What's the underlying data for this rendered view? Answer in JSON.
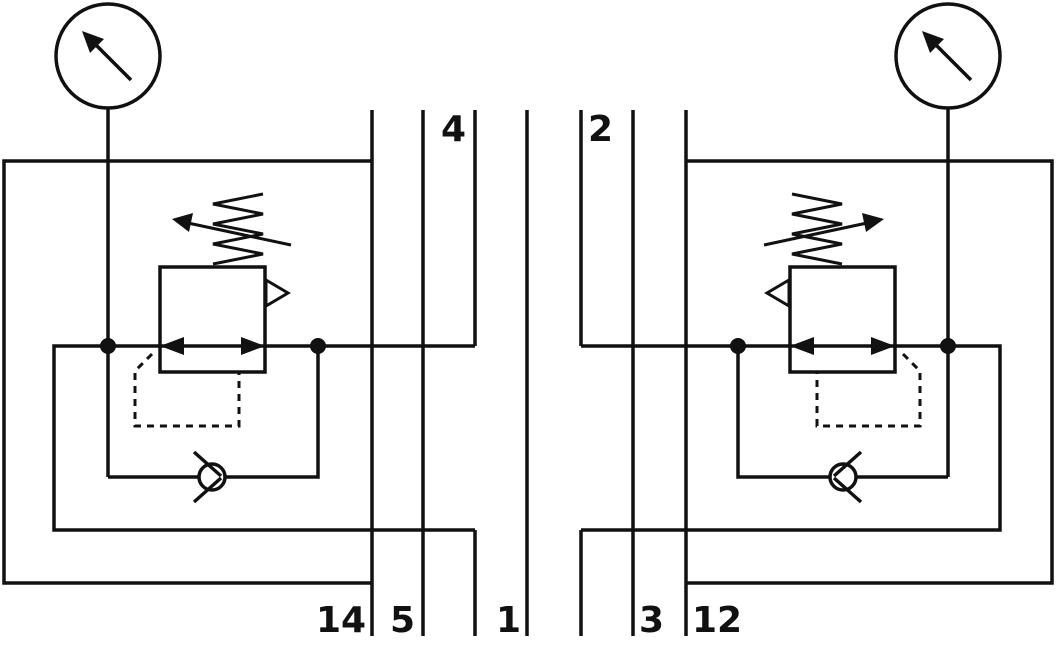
{
  "ports": {
    "top": [
      "4",
      "2"
    ],
    "bottom": [
      "14",
      "5",
      "1",
      "3",
      "12"
    ]
  },
  "symbols": {
    "gauge": "pressure-gauge-icon",
    "regulator": "pressure-regulator-icon",
    "check_valve": "check-valve-icon",
    "spring": "adjustable-spring-icon"
  },
  "colors": {
    "line": "#111111",
    "background": "#ffffff"
  }
}
